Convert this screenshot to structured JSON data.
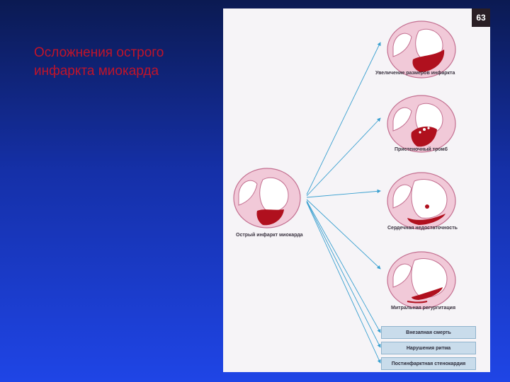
{
  "slide": {
    "title_line1": "Осложнения острого",
    "title_line2": "инфаркта миокарда"
  },
  "panel": {
    "page_number": "63",
    "center_label": "Острый инфаркт миокарда",
    "outcomes": [
      {
        "label": "Увеличение размеров инфаркта"
      },
      {
        "label": "Пристеночный тромб"
      },
      {
        "label": "Сердечная недостаточность"
      },
      {
        "label": "Митральная регургитация"
      }
    ],
    "boxes": [
      {
        "label": "Внезапная смерть"
      },
      {
        "label": "Нарушения ритма"
      },
      {
        "label": "Постинфарктная стенокардия"
      }
    ]
  },
  "colors": {
    "title": "#c0142a",
    "arrow": "#3aa0d0",
    "heart_fill": "#f1c9d8",
    "heart_stroke": "#c36f90",
    "infarct": "#b0101e",
    "box_fill": "#c9dceb"
  }
}
